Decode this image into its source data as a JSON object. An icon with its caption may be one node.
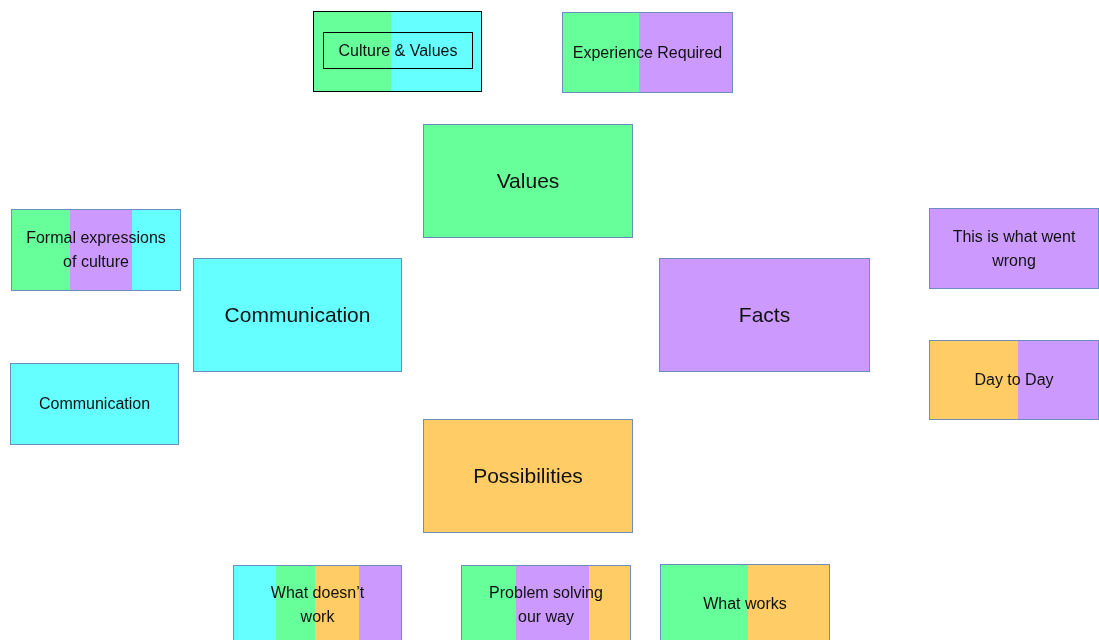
{
  "diagram": {
    "nodes": [
      {
        "text": [],
        "shape": "box"
      },
      {
        "text": [
          "Culture & Values"
        ],
        "in": 0
      },
      {
        "text": [
          "Experience Required"
        ]
      },
      {
        "text": [
          "Values"
        ]
      },
      {
        "text": [
          "Formal expressions of culture"
        ]
      },
      {
        "text": [
          "Communication"
        ]
      },
      {
        "text": [
          "Facts"
        ]
      },
      {
        "text": [
          "This is what went wrong"
        ]
      },
      {
        "text": [
          "Day to Day"
        ]
      },
      {
        "text": [
          "Communication"
        ]
      },
      {
        "text": [
          "Possibilities"
        ]
      },
      {
        "text": [
          "What doesn’t work"
        ]
      },
      {
        "text": [
          "Problem solving our way"
        ]
      },
      {
        "text": [
          "What works"
        ]
      }
    ]
  }
}
